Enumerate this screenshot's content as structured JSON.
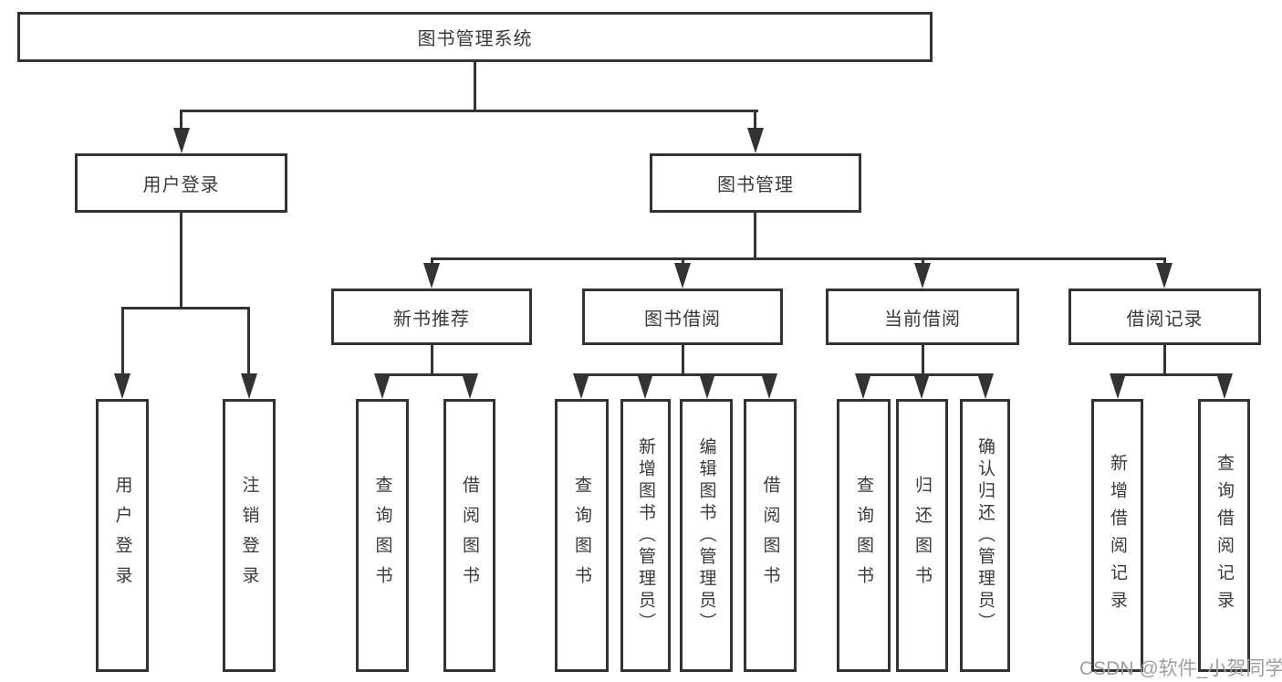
{
  "tree": {
    "root": {
      "label": "图书管理系统"
    },
    "branches": [
      {
        "label": "用户登录",
        "children": [
          {
            "label": "用户登录"
          },
          {
            "label": "注销登录"
          }
        ]
      },
      {
        "label": "图书管理",
        "children": [
          {
            "label": "新书推荐",
            "children": [
              {
                "label": "查询图书"
              },
              {
                "label": "借阅图书"
              }
            ]
          },
          {
            "label": "图书借阅",
            "children": [
              {
                "label": "查询图书"
              },
              {
                "label": "新增图书（管理员）"
              },
              {
                "label": "编辑图书（管理员）"
              },
              {
                "label": "借阅图书"
              }
            ]
          },
          {
            "label": "当前借阅",
            "children": [
              {
                "label": "查询图书"
              },
              {
                "label": "归还图书"
              },
              {
                "label": "确认归还（管理员）"
              }
            ]
          },
          {
            "label": "借阅记录",
            "children": [
              {
                "label": "新增借阅记录"
              },
              {
                "label": "查询借阅记录"
              }
            ]
          }
        ]
      }
    ]
  },
  "watermark": "CSDN @软件_小贺同学",
  "colors": {
    "line": "#333333",
    "text": "#3a3a3a",
    "watermark": "#9e9e9e",
    "background": "#ffffff"
  }
}
